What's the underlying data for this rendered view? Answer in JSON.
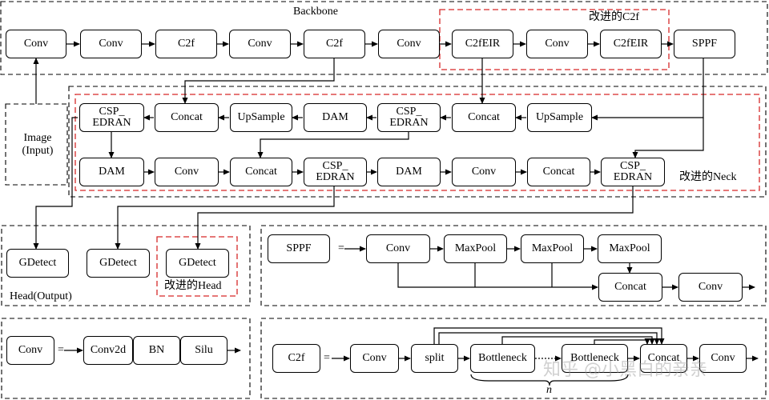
{
  "labels": {
    "backbone": "Backbone",
    "improved_c2f": "改进的C2f",
    "improved_neck": "改进的Neck",
    "improved_head": "改进的Head",
    "head_output": "Head(Output)",
    "image_input": "Image\n(Input)",
    "n": "n",
    "equals": "="
  },
  "backbone": [
    "Conv",
    "Conv",
    "C2f",
    "Conv",
    "C2f",
    "Conv",
    "C2fEIR",
    "Conv",
    "C2fEIR",
    "SPPF"
  ],
  "neck_top": [
    "CSP_\nEDRAN",
    "Concat",
    "UpSample",
    "DAM",
    "CSP_\nEDRAN",
    "Concat",
    "UpSample"
  ],
  "neck_bottom": [
    "DAM",
    "Conv",
    "Concat",
    "CSP_\nEDRAN",
    "DAM",
    "Conv",
    "Concat",
    "CSP_\nEDRAN"
  ],
  "head": [
    "GDetect",
    "GDetect",
    "GDetect"
  ],
  "sppf_module": {
    "name": "SPPF",
    "blocks": [
      "Conv",
      "MaxPool",
      "MaxPool",
      "MaxPool",
      "Concat",
      "Conv"
    ]
  },
  "conv_module": {
    "name": "Conv",
    "blocks": [
      "Conv2d",
      "BN",
      "Silu"
    ]
  },
  "c2f_module": {
    "name": "C2f",
    "blocks": [
      "Conv",
      "split",
      "Bottleneck",
      "Bottleneck",
      "Concat",
      "Conv"
    ]
  },
  "watermark": "知乎 @小黑白的亲亲"
}
